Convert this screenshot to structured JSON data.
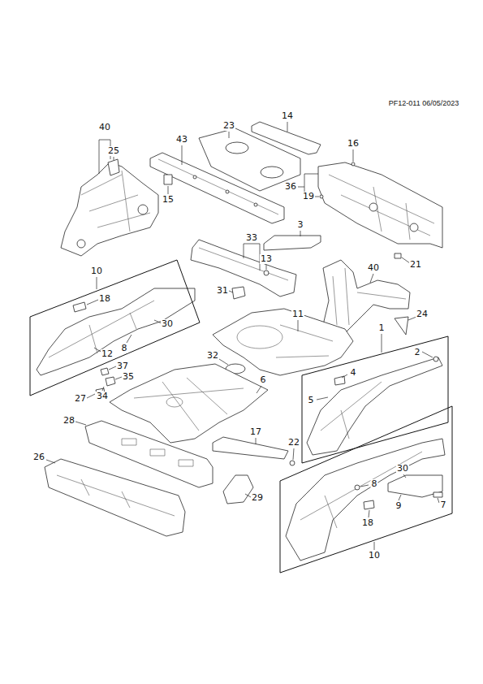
{
  "diagram": {
    "nodes": [
      {
        "text": [
          "10",
          "18",
          "30",
          "8",
          "12"
        ]
      },
      {
        "text": [
          "1",
          "2",
          "4",
          "5"
        ]
      },
      {
        "text": [
          "30",
          "8",
          "9",
          "7",
          "18",
          "10"
        ]
      }
    ],
    "labels": [
      "PF12-011 06/05/2023",
      "40",
      "14",
      "23",
      "43",
      "16",
      "25",
      "36",
      "19",
      "15",
      "3",
      "33",
      "13",
      "21",
      "40",
      "31",
      "11",
      "24",
      "32",
      "37",
      "6",
      "35",
      "34",
      "27",
      "28",
      "17",
      "22",
      "26",
      "29"
    ]
  }
}
